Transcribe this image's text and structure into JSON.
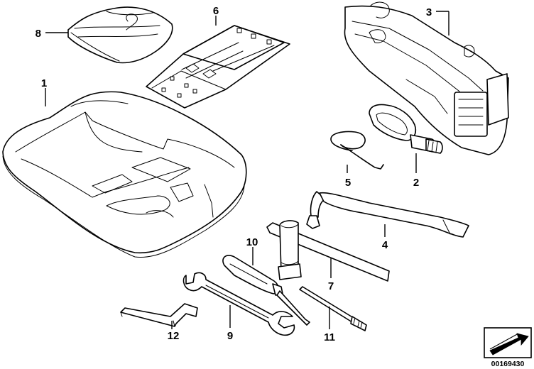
{
  "callouts": {
    "c1": "1",
    "c2": "2",
    "c3": "3",
    "c4": "4",
    "c5": "5",
    "c6": "6",
    "c7": "7",
    "c8": "8",
    "c9": "9",
    "c10": "10",
    "c11": "11",
    "c12": "12"
  },
  "document_id": "00169430"
}
